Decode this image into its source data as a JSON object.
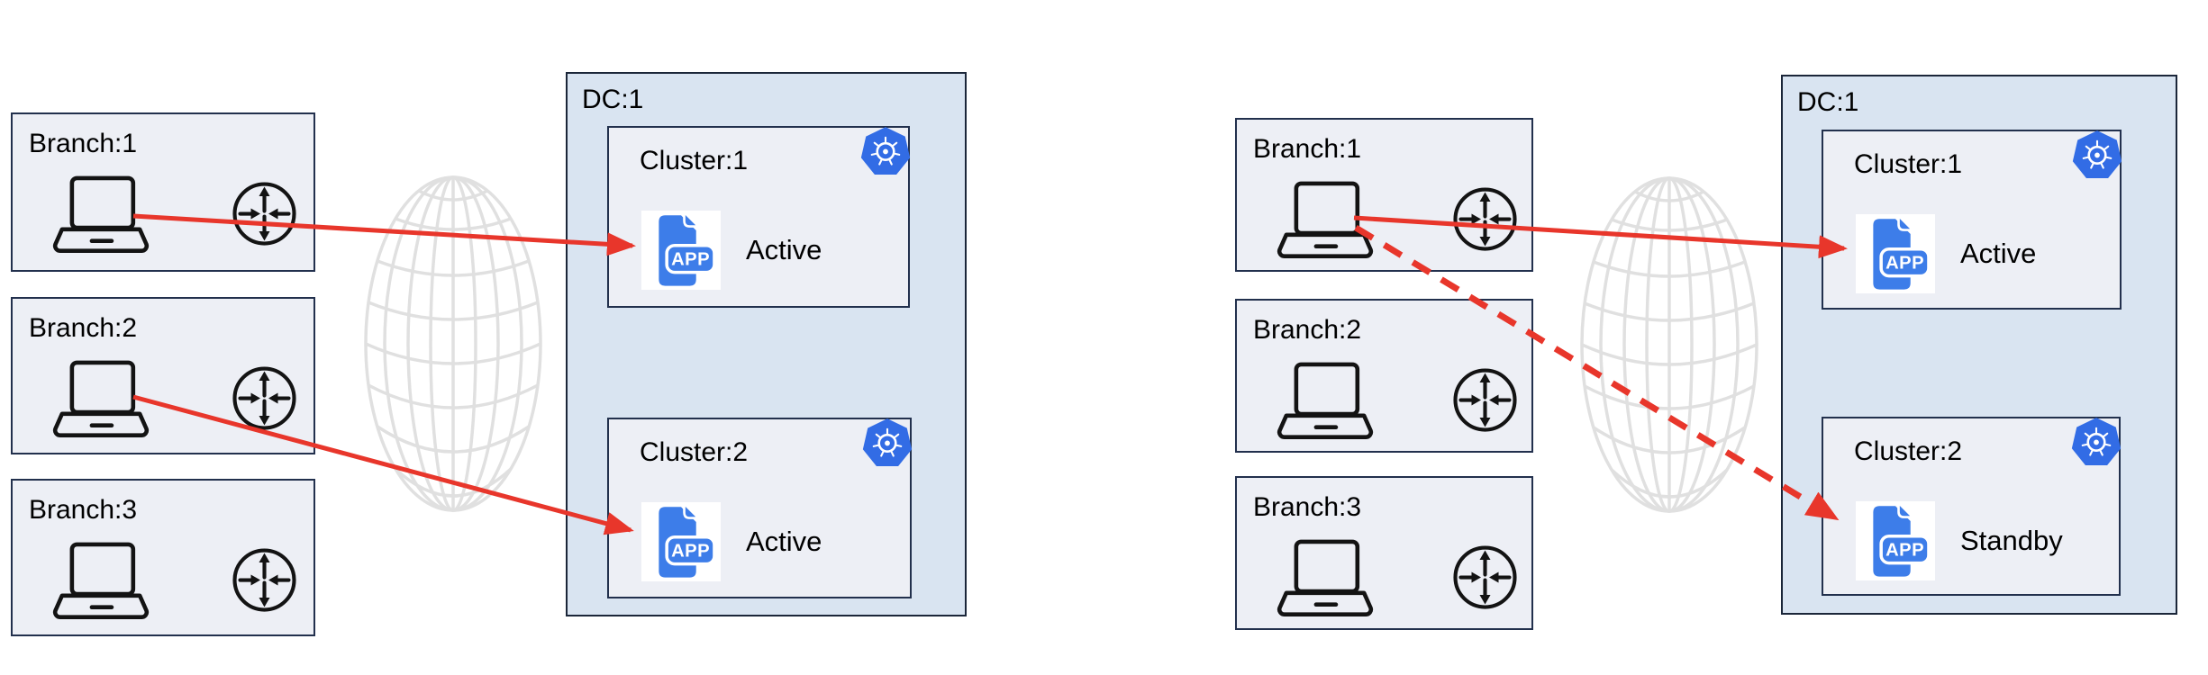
{
  "diagrams": [
    {
      "branches": [
        {
          "label": "Branch:1"
        },
        {
          "label": "Branch:2"
        },
        {
          "label": "Branch:3"
        }
      ],
      "datacenter": {
        "label": "DC:1",
        "clusters": [
          {
            "label": "Cluster:1",
            "status": "Active"
          },
          {
            "label": "Cluster:2",
            "status": "Active"
          }
        ]
      },
      "connections": [
        {
          "from": "Branch:1",
          "to": "Cluster:1",
          "line": "solid"
        },
        {
          "from": "Branch:2",
          "to": "Cluster:2",
          "line": "solid"
        }
      ]
    },
    {
      "branches": [
        {
          "label": "Branch:1"
        },
        {
          "label": "Branch:2"
        },
        {
          "label": "Branch:3"
        }
      ],
      "datacenter": {
        "label": "DC:1",
        "clusters": [
          {
            "label": "Cluster:1",
            "status": "Active"
          },
          {
            "label": "Cluster:2",
            "status": "Standby"
          }
        ]
      },
      "connections": [
        {
          "from": "Branch:1",
          "to": "Cluster:1",
          "line": "solid"
        },
        {
          "from": "Branch:1",
          "to": "Cluster:2",
          "line": "dashed"
        }
      ]
    }
  ],
  "app_icon": {
    "badge": "APP"
  },
  "icons": [
    "laptop-icon",
    "router-icon",
    "internet-globe-icon",
    "kubernetes-icon",
    "app-icon"
  ],
  "colors": {
    "arrow_red": "#e8362b",
    "dc_fill": "#d9e4f1",
    "box_fill": "#edeff5",
    "box_border": "#22304d",
    "kubernetes_blue": "#326ce5",
    "app_blue": "#3d7de9",
    "globe_gray": "#e0e0e0"
  }
}
